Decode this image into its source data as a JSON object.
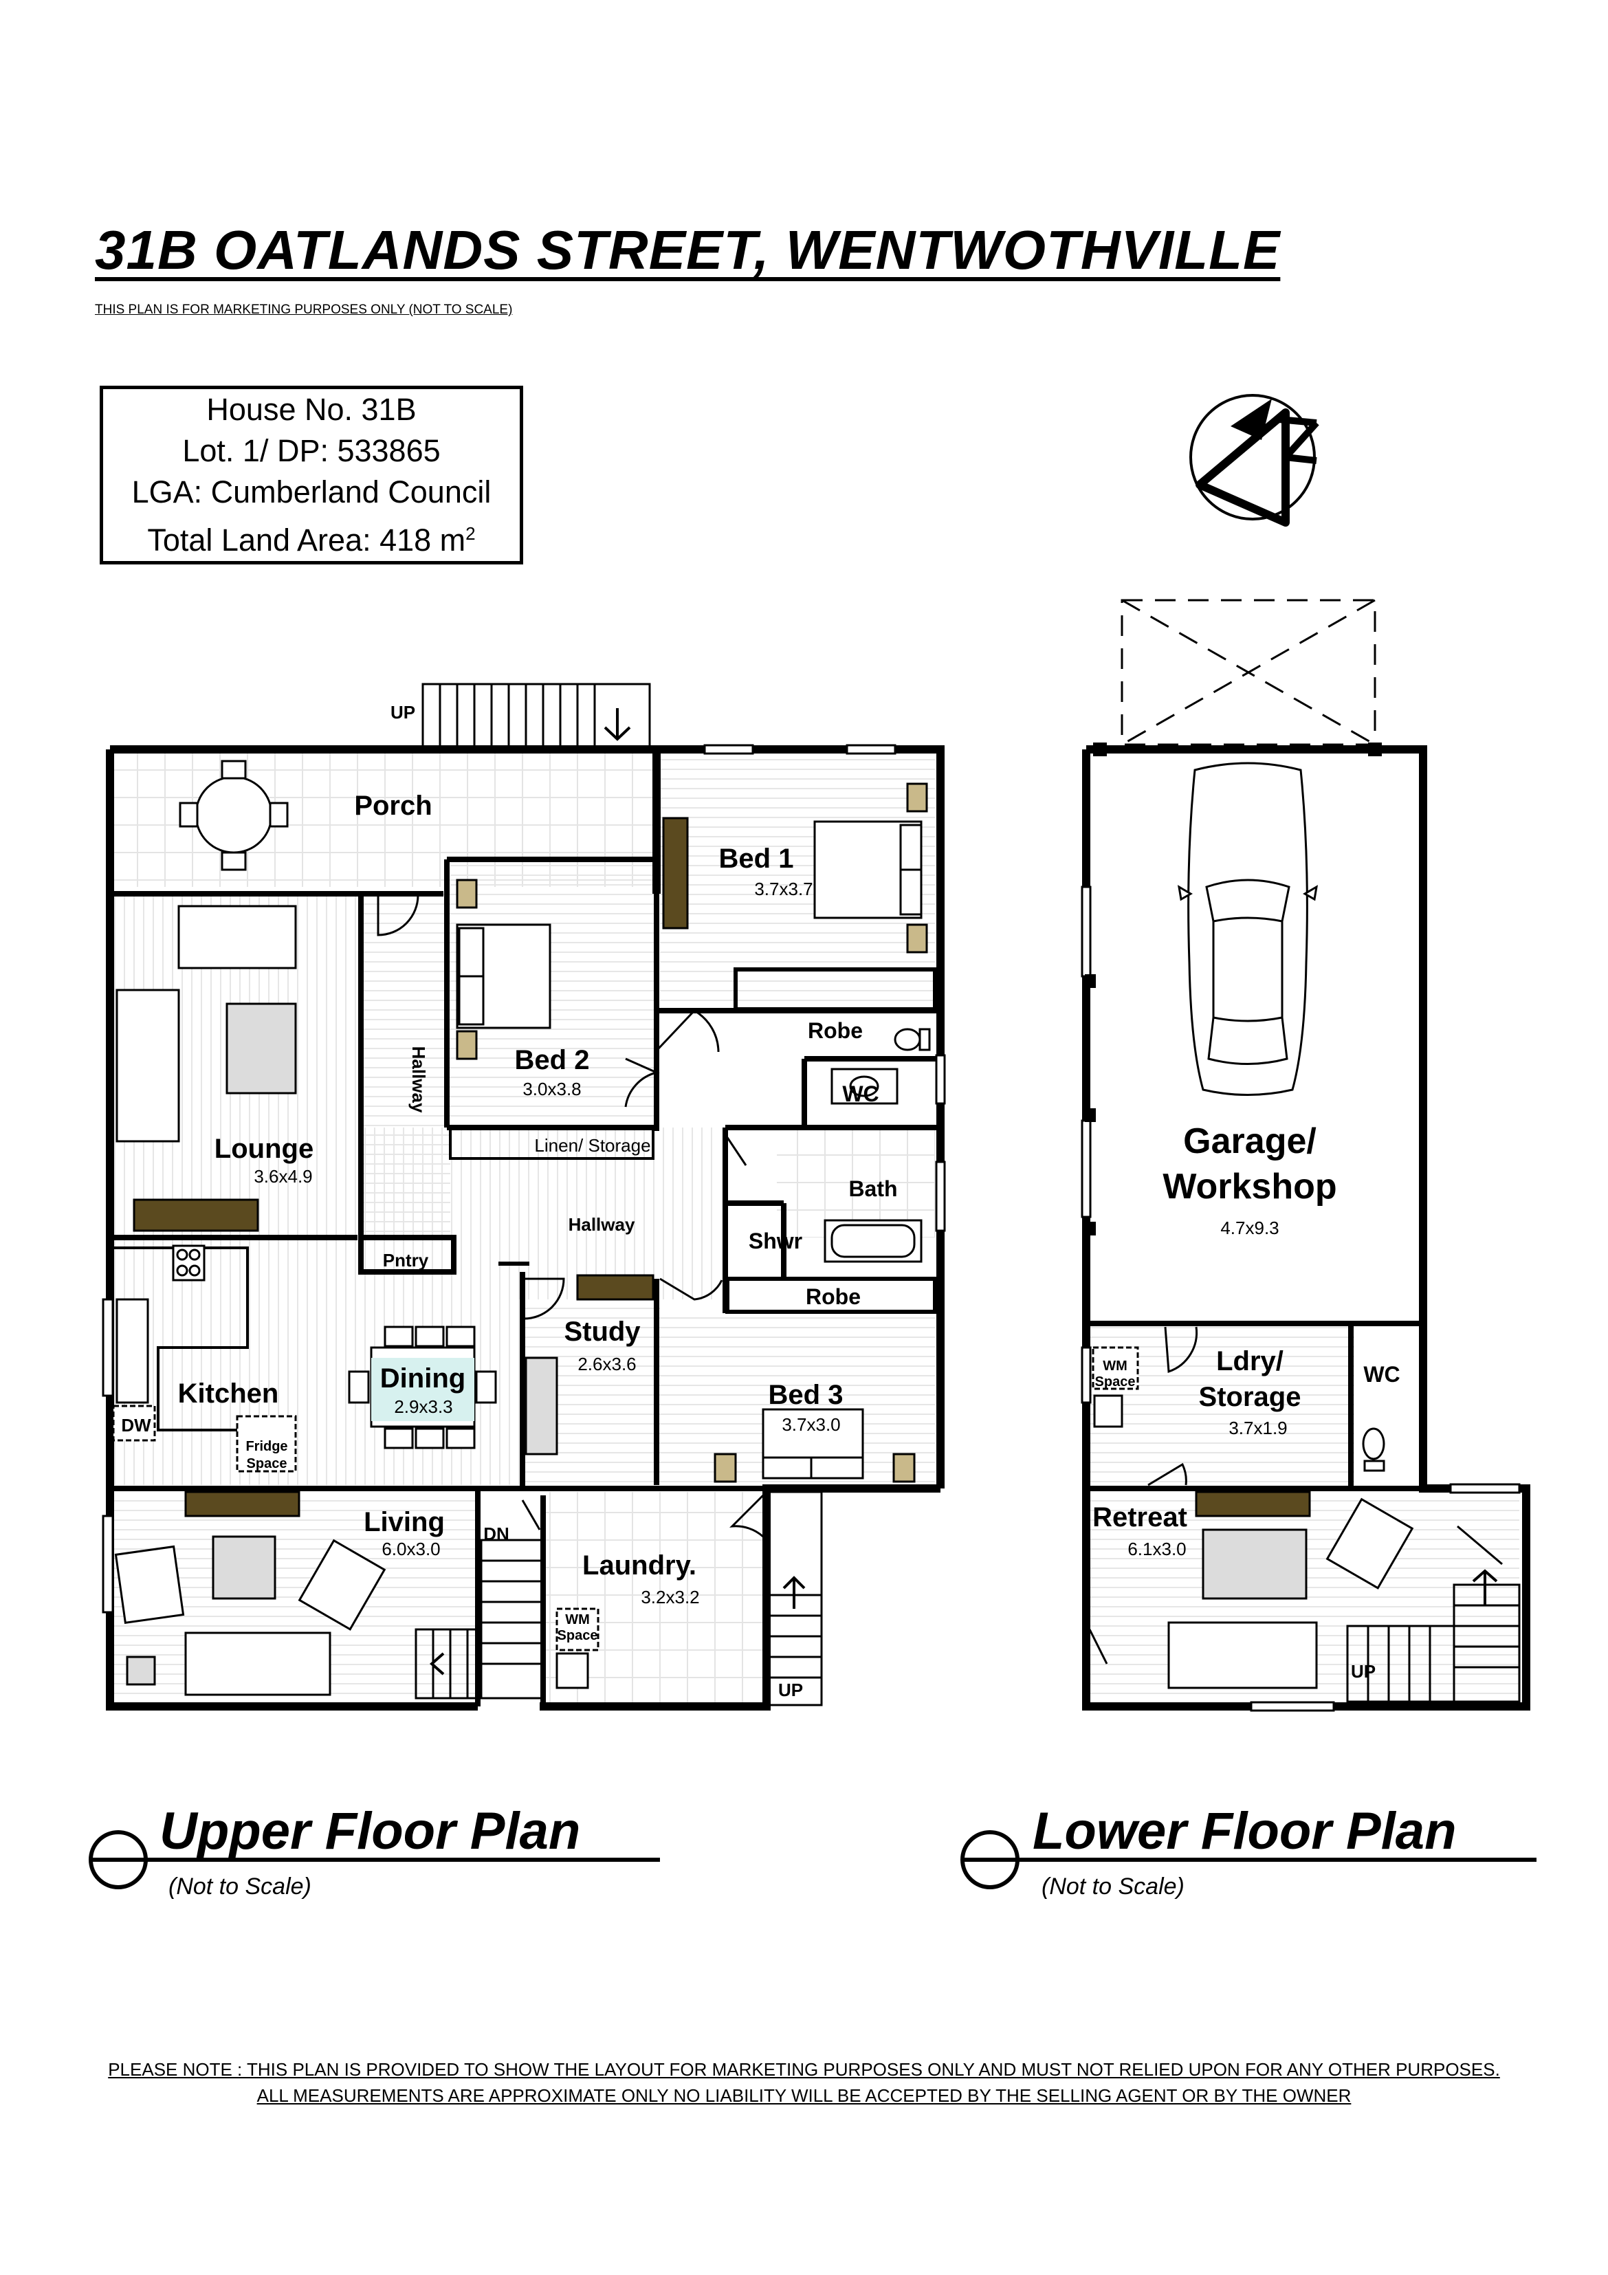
{
  "header": {
    "title": "31B OATLANDS STREET, WENTWOTHVILLE",
    "subtitle": "THIS PLAN IS FOR MARKETING PURPOSES ONLY (NOT TO SCALE)"
  },
  "property": {
    "house_no": "House No. 31B",
    "lot": "Lot. 1/ DP: 533865",
    "lga": "LGA: Cumberland Council",
    "land_area": "Total Land Area: 418 m",
    "land_area_sup": "2"
  },
  "upper_floor": {
    "caption": "Upper Floor Plan",
    "note": "(Not to Scale)",
    "up_label": "UP",
    "dn_label": "DN",
    "up_label_2": "UP",
    "rooms": {
      "porch": "Porch",
      "bed1": "Bed 1",
      "bed1_size": "3.7x3.7",
      "bed2": "Bed 2",
      "bed2_size": "3.0x3.8",
      "robe1": "Robe",
      "wc": "WC",
      "hallway_v": "Hallway",
      "lounge": "Lounge",
      "lounge_size": "3.6x4.9",
      "linen": "Linen/ Storage",
      "bath": "Bath",
      "hallway": "Hallway",
      "shwr": "Shwr",
      "pntry": "Pntry",
      "robe2": "Robe",
      "study": "Study",
      "study_size": "2.6x3.6",
      "kitchen": "Kitchen",
      "dining": "Dining",
      "dining_size": "2.9x3.3",
      "bed3": "Bed 3",
      "bed3_size": "3.7x3.0",
      "dw": "DW",
      "fridge": "Fridge",
      "fridge2": "Space",
      "living": "Living",
      "living_size": "6.0x3.0",
      "laundry": "Laundry.",
      "laundry_size": "3.2x3.2",
      "wm": "WM",
      "wm2": "Space"
    }
  },
  "lower_floor": {
    "caption": "Lower Floor Plan",
    "note": "(Not to Scale)",
    "up_label": "UP",
    "rooms": {
      "garage": "Garage/",
      "garage2": "Workshop",
      "garage_size": "4.7x9.3",
      "ldry": "Ldry/",
      "ldry2": "Storage",
      "ldry_size": "3.7x1.9",
      "wc": "WC",
      "wm": "WM",
      "wm2": "Space",
      "retreat": "Retreat",
      "retreat_size": "6.1x3.0"
    }
  },
  "footer": {
    "line1": "PLEASE NOTE : THIS PLAN IS PROVIDED TO SHOW THE LAYOUT FOR MARKETING PURPOSES ONLY AND MUST NOT  RELIED UPON FOR ANY OTHER PURPOSES.",
    "line2": "ALL MEASUREMENTS ARE APPROXIMATE ONLY NO LIABILITY WILL BE ACCEPTED BY THE SELLING AGENT OR BY THE OWNER"
  },
  "colors": {
    "wall": "#000000",
    "furniture_dark": "#5b4a1f",
    "furniture_light": "#c9b98a",
    "fill_grey": "#dcdcdc",
    "dining_label_bg": "#d7f1ef",
    "floor_line": "#e4e4e4"
  }
}
